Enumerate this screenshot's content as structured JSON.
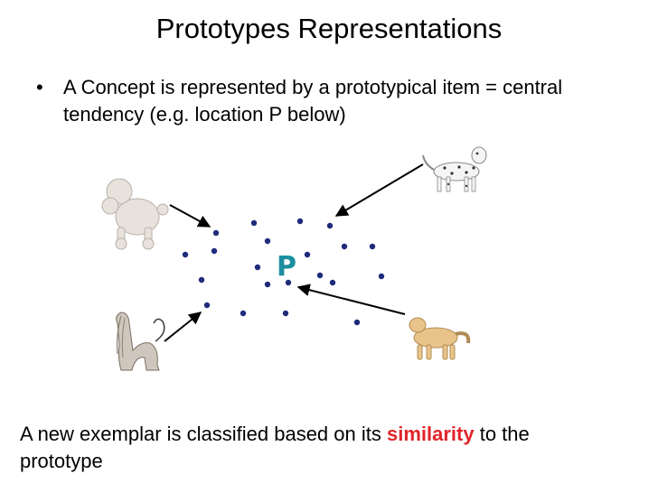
{
  "slide": {
    "title": "Prototypes Representations",
    "bullet": "A Concept is represented by a prototypical item = central tendency (e.g. location P below)",
    "footer_prefix": "A new exemplar is classified based on its ",
    "footer_highlight": "similarity",
    "footer_suffix": " to the prototype"
  },
  "diagram": {
    "prototype_label": "P",
    "dot_color": "#1e2a7a",
    "prototype_color": "#1c8fa0",
    "highlight_color": "#e0242a"
  }
}
